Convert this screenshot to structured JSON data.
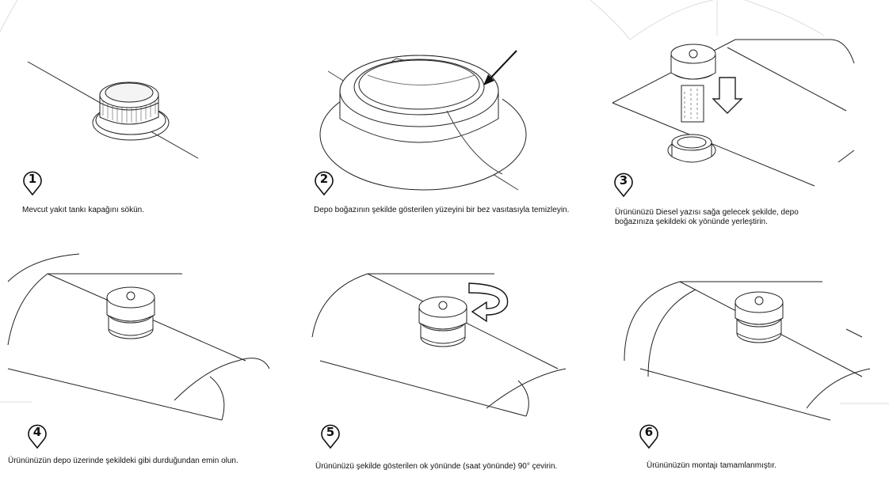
{
  "steps": [
    {
      "number": "1",
      "caption": "Mevcut yakıt tankı kapağını sökün."
    },
    {
      "number": "2",
      "caption": "Depo boğazının şekilde gösterilen yüzeyini bir bez vasıtasıyla temizleyin."
    },
    {
      "number": "3",
      "caption": "Ürününüzü Diesel yazısı sağa gelecek şekilde, depo boğazınıza şekildeki ok yönünde yerleştirin."
    },
    {
      "number": "4",
      "caption": "Ürününüzün depo üzerinde şekildeki gibi durduğundan emin olun."
    },
    {
      "number": "5",
      "caption": "Ürününüzü şekilde gösterilen ok yönünde (saat yönünde) 90° çevirin."
    },
    {
      "number": "6",
      "caption": "Ürününüzün montajı tamamlanmıştır."
    }
  ]
}
